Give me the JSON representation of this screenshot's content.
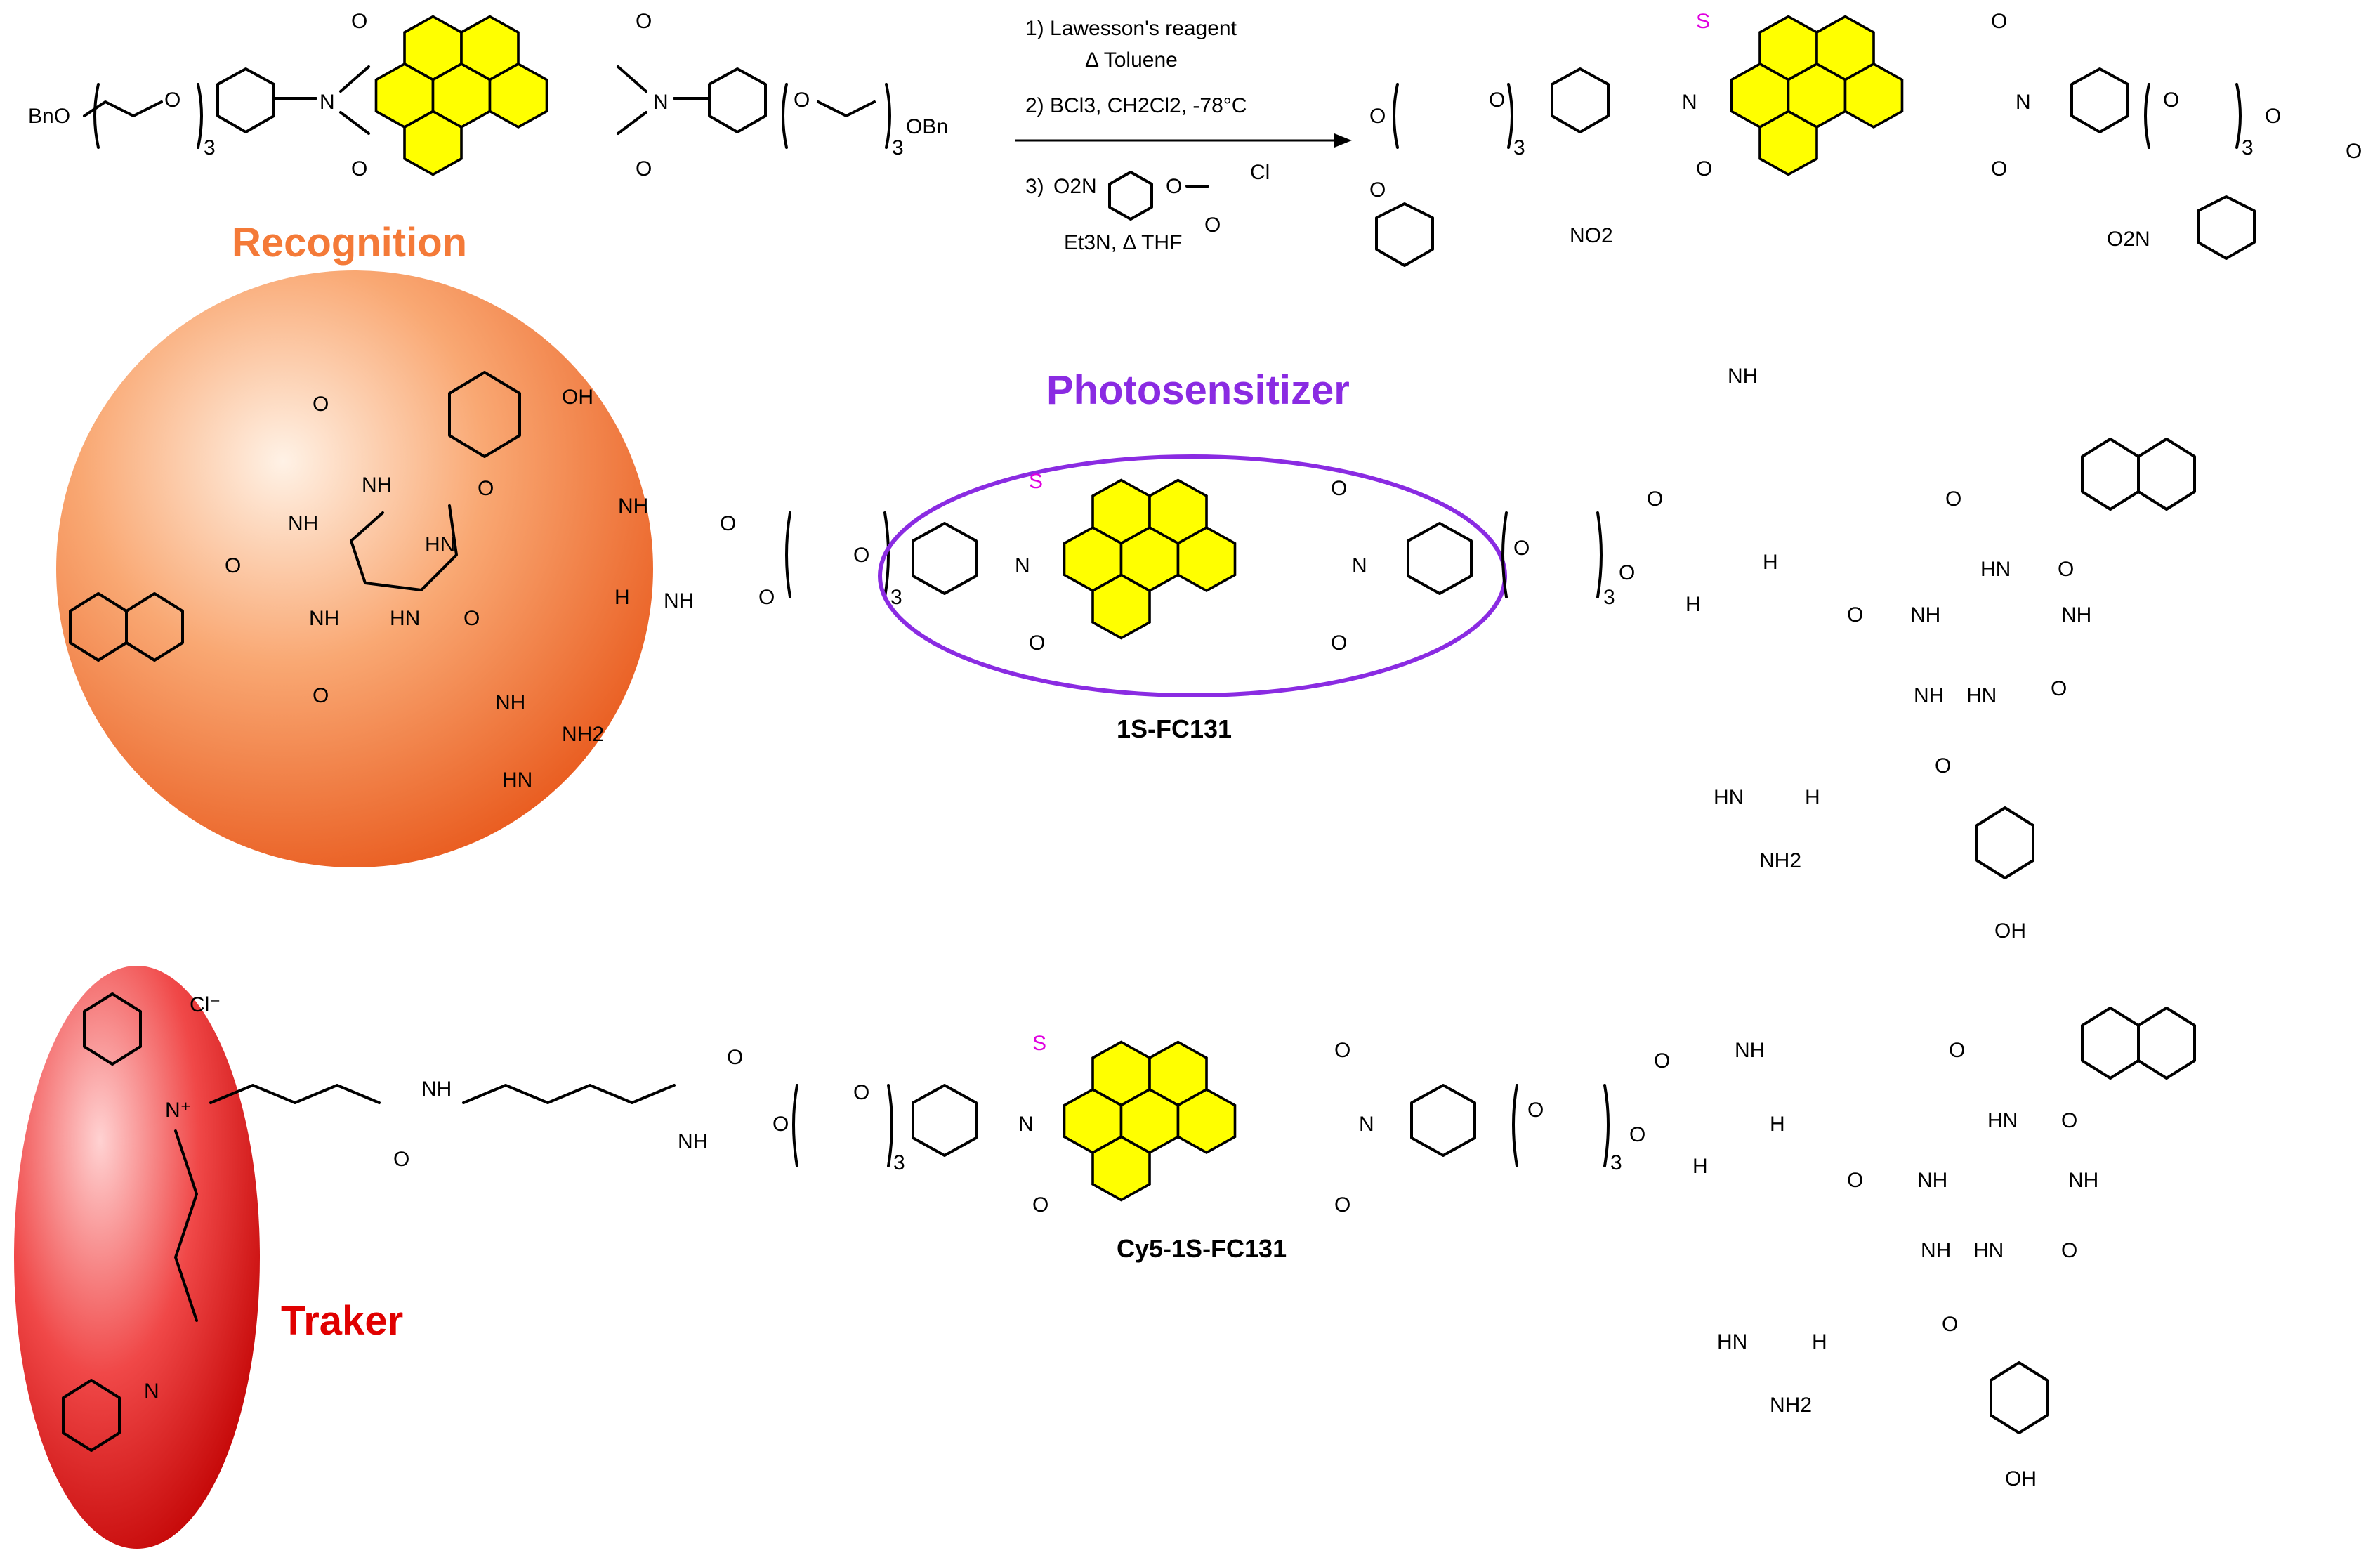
{
  "reaction": {
    "steps": [
      "1)  Lawesson's reagent",
      "Δ Toluene",
      "2)  BCl3, CH2Cl2, -78°C",
      "3)",
      "Et3N, Δ THF"
    ],
    "reagent3": {
      "nitro": "O2N",
      "oxygen": "O",
      "carbonyl": "O",
      "chloride": "Cl"
    }
  },
  "labels": {
    "recognition": "Recognition",
    "photosensitizer": "Photosensitizer",
    "tracker": "Traker",
    "compound1": "1S-FC131",
    "compound2": "Cy5-1S-FC131"
  },
  "atoms": {
    "bno": "BnO",
    "obn": "OBn",
    "o": "O",
    "n": "N",
    "s": "S",
    "three": "3",
    "nh": "NH",
    "hn": "HN",
    "h": "H",
    "nh2": "NH2",
    "oh": "OH",
    "no2": "NO2",
    "o2n": "O2N",
    "cl": "Cl⁻",
    "nplus": "N⁺"
  },
  "colors": {
    "perylene": "#ffff00",
    "sulfur": "#e000e0",
    "recognition": "#f47a38",
    "photosensitizer": "#8a2be2",
    "tracker": "#e00000"
  }
}
